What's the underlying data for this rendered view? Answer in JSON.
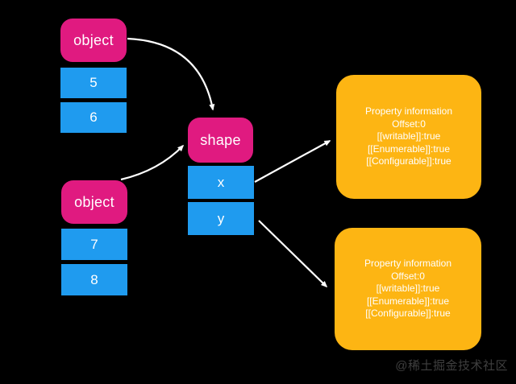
{
  "diagram": {
    "object1": {
      "label": "object",
      "slots": [
        "5",
        "6"
      ]
    },
    "object2": {
      "label": "object",
      "slots": [
        "7",
        "8"
      ]
    },
    "shape": {
      "label": "shape",
      "slots": [
        "x",
        "y"
      ]
    },
    "property_box_top": {
      "lines": [
        "Property information",
        "Offset:0",
        "[[writable]]:true",
        "[[Enumerable]]:true",
        "[[Configurable]]:true"
      ]
    },
    "property_box_bottom": {
      "lines": [
        "Property information",
        "Offset:0",
        "[[writable]]:true",
        "[[Enumerable]]:true",
        "[[Configurable]]:true"
      ]
    },
    "watermark": "@稀土掘金技术社区"
  },
  "colors": {
    "background": "#000000",
    "node-pink": "#e01a80",
    "slot-blue": "#1f9bef",
    "info-orange": "#fdb513",
    "text-white": "#ffffff",
    "arrow-white": "#ffffff",
    "watermark-gray": "#3f3f3f"
  }
}
